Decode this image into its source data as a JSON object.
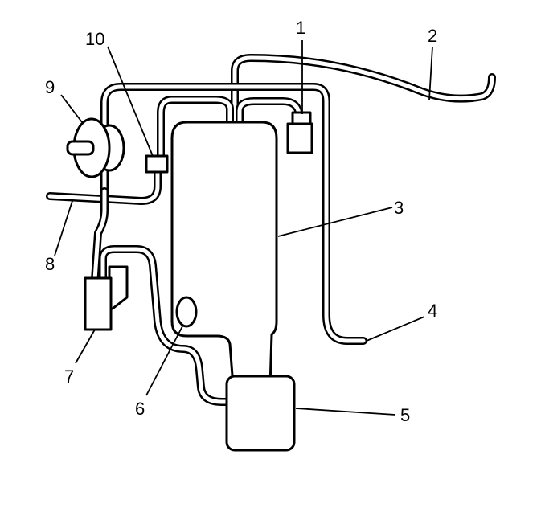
{
  "diagram": {
    "callouts": [
      "1",
      "2",
      "3",
      "4",
      "5",
      "6",
      "7",
      "8",
      "9",
      "10"
    ]
  },
  "colors": {
    "line": "#000000",
    "fill": "#ffffff"
  }
}
